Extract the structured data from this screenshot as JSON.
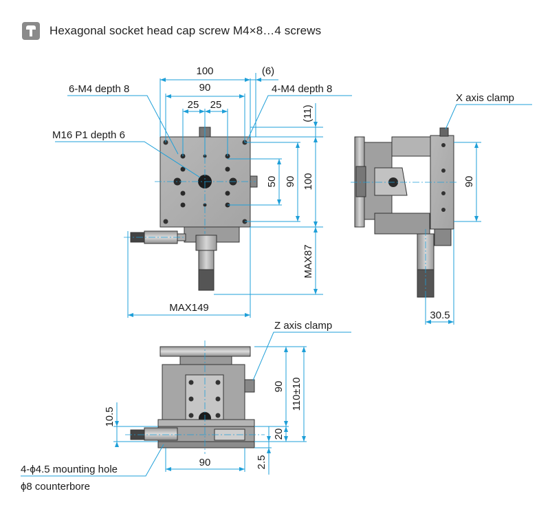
{
  "header": {
    "icon": "screw-icon",
    "text": "Hexagonal socket head cap screw M4×8…4 screws"
  },
  "top_view": {
    "dim_100": "100",
    "dim_6": "(6)",
    "dim_90": "90",
    "dim_25a": "25",
    "dim_25b": "25",
    "dim_11": "(11)",
    "dim_50": "50",
    "dim_90v": "90",
    "dim_100v": "100",
    "dim_max87": "MAX87",
    "dim_max149": "MAX149",
    "label_6m4": "6-M4 depth 8",
    "label_4m4": "4-M4 depth 8",
    "label_m16": "M16 P1 depth 6"
  },
  "side_view": {
    "label_x_clamp": "X axis clamp",
    "dim_90": "90",
    "dim_30_5": "30.5"
  },
  "front_view": {
    "label_z_clamp": "Z axis clamp",
    "dim_90v": "90",
    "dim_110": "110±10",
    "dim_10_5": "10.5",
    "dim_20": "20",
    "dim_90h": "90",
    "dim_2_5": "2.5",
    "label_mount": "4-ϕ4.5 mounting hole",
    "label_counterbore": "ϕ8 counterbore"
  }
}
